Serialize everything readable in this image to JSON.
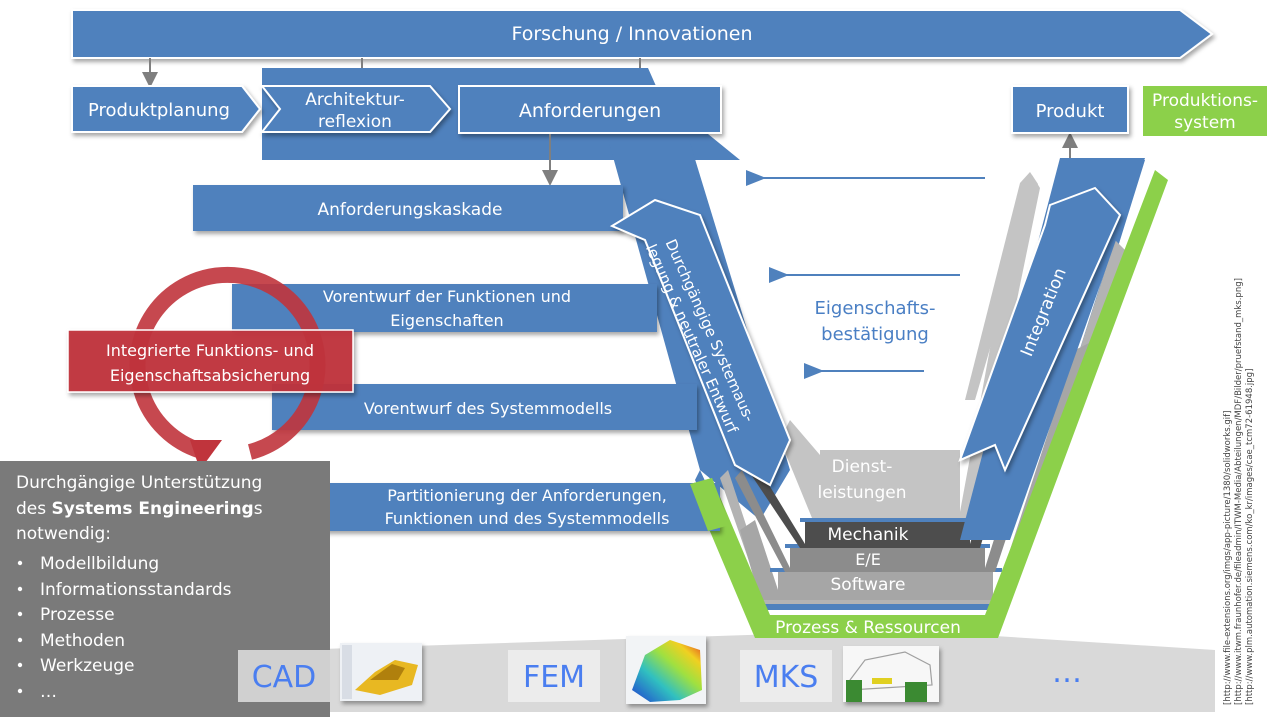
{
  "colors": {
    "blue": "#4f81bd",
    "blue_dark": "#3f6ea8",
    "green": "#8cd04a",
    "red": "#c0343c",
    "gray_box": "#7a7a7a",
    "gray_light": "#c8c8c8",
    "gray_mid": "#8c8c8c",
    "gray_dark": "#4d4d4d",
    "tool_band": "#d9d9d9"
  },
  "top_bar": {
    "label": "Forschung / Innovationen"
  },
  "phases": {
    "produktplanung": "Produktplanung",
    "architektur_line1": "Architektur-",
    "architektur_line2": "reflexion",
    "anforderungen": "Anforderungen",
    "produkt": "Produkt",
    "produktionssystem_line1": "Produktions-",
    "produktionssystem_line2": "system"
  },
  "left_steps": [
    {
      "line1": "Anforderungskaskade",
      "line2": ""
    },
    {
      "line1": "Vorentwurf der Funktionen und",
      "line2": "Eigenschaften"
    },
    {
      "line1": "Vorentwurf des Systemmodells",
      "line2": ""
    },
    {
      "line1": "Partitionierung der Anforderungen,",
      "line2": "Funktionen und des Systemmodells"
    }
  ],
  "v_left_arrow": {
    "line1": "Durchgängige Systemaus-",
    "line2": "legung & neutraler Entwurf"
  },
  "v_right_arrow": {
    "label": "Integration"
  },
  "property_confirmation": {
    "line1": "Eigenschafts-",
    "line2": "bestätigung"
  },
  "layers": {
    "dienst_line1": "Dienst-",
    "dienst_line2": "leistungen",
    "mechanik": "Mechanik",
    "ee": "E/E",
    "software": "Software",
    "prozess": "Prozess & Ressourcen"
  },
  "red_cycle": {
    "line1": "Integrierte Funktions- und",
    "line2": "Eigenschaftsabsicherung"
  },
  "info_box": {
    "line1": "Durchgängige Unterstützung",
    "line2_pre": "des ",
    "line2_bold": "Systems Engineering",
    "line2_post": "s",
    "line3": "notwendig:",
    "bullets": [
      "Modellbildung",
      "Informationsstandards",
      "Prozesse",
      "Methoden",
      "Werkzeuge",
      "…"
    ]
  },
  "tools": [
    {
      "label": "CAD",
      "image": "cad-screenshot"
    },
    {
      "label": "FEM",
      "image": "fem-simulation"
    },
    {
      "label": "MKS",
      "image": "mks-test-rig"
    },
    {
      "label": "…"
    }
  ],
  "sources": [
    "[http://www.file-extensions.org/imgs/app-picture/1380/solidworks.gif]",
    "[http://www.itwm.fraunhofer.de/fileadmin/ITWM-Media/Abteilungen/MDF/Bilder/pruefstand_mks.png]",
    "[http://www.plm.automation.siemens.com/ko_kr/images/cae_tcm72-61948.jpg]"
  ]
}
